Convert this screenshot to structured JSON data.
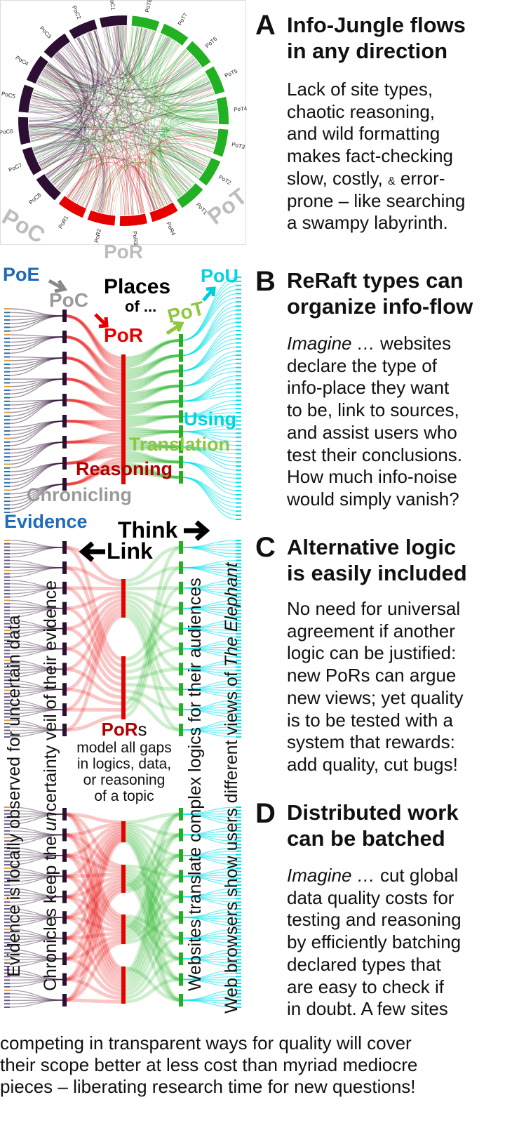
{
  "colors": {
    "chronicle": "#2c0f33",
    "reason": "#e60000",
    "translation": "#22b122",
    "using": "#00e0e8",
    "evidence": "#1e6bb8",
    "gray": "#9a9a9a",
    "reasoning_label": "#b00000",
    "translation_label": "#8dc63f"
  },
  "chord": {
    "segments": [
      "PoT8",
      "PoT7",
      "PoT6",
      "PoT5",
      "PoT4",
      "PoT3",
      "PoT2",
      "PoT1",
      "PoR4",
      "PoR3",
      "PoR2",
      "PoR1",
      "PoC8",
      "PoC7",
      "PoC6",
      "PoC5",
      "PoC4",
      "PoC3",
      "PoC2",
      "PoC1"
    ],
    "group_labels": {
      "poc": "PoC",
      "pot": "PoT",
      "por": "PoR"
    }
  },
  "panels": {
    "a": {
      "letter": "A",
      "title_1": "Info-Jungle flows",
      "title_2": "in any direction",
      "body_1": "Lack of site types,",
      "body_2": "chaotic reasoning,",
      "body_3": "and wild formatting",
      "body_4": "makes fact-checking",
      "body_5a": "slow, costly,",
      "body_5amp": "&",
      "body_5b": "error-",
      "body_6": "prone – like searching",
      "body_7": "a swampy labyrinth."
    },
    "b": {
      "letter": "B",
      "title_1": "ReRaft types can",
      "title_2": "organize info-flow",
      "body_italic": "Imagine …",
      "body_1": " websites",
      "body_2": "declare the type of",
      "body_3": "info-place they want",
      "body_4": "to be, link to sources,",
      "body_5": "and assist users who",
      "body_6": "test their conclusions.",
      "body_7": "How much info-noise",
      "body_8": "would simply vanish?"
    },
    "c": {
      "letter": "C",
      "title_1": "Alternative logic",
      "title_2": "is easily included",
      "body_1": "No need for universal",
      "body_2": "agreement if another",
      "body_3": "logic can be justified:",
      "body_4": "new PoRs can argue",
      "body_5": "new views; yet quality",
      "body_6": "is to be tested with a",
      "body_7": "system that rewards:",
      "body_8": "add quality, cut bugs!"
    },
    "d": {
      "letter": "D",
      "title_1": "Distributed work",
      "title_2": "can be batched",
      "body_italic": "Imagine …",
      "body_1": " cut global",
      "body_2": "data quality costs for",
      "body_3": "testing and reasoning",
      "body_4": "by efficiently batching",
      "body_5": "declared types that",
      "body_6": "are easy to check if",
      "body_7": "in doubt. A few sites"
    }
  },
  "footer": {
    "line_1": "competing in transparent ways for quality will cover",
    "line_2": "their scope better at less cost than myriad mediocre",
    "line_3": "pieces – liberating research time for new questions!"
  },
  "diagram": {
    "poe": "PoE",
    "poc": "PoC",
    "places": "Places",
    "of": "of ...",
    "por": "PoR",
    "pot": "PoT",
    "pou": "PoU",
    "using": "Using",
    "translation": "Translation",
    "reasoning": "Reasoning",
    "chronicling": "Chronicling",
    "evidence": "Evidence",
    "think": "Think",
    "link": "Link",
    "pors_bold": "PoR",
    "pors_s": "s",
    "pors_1": "model all gaps",
    "pors_2": "in logics, data,",
    "pors_3": "or reasoning",
    "pors_4": "of a topic",
    "v_evidence": "Evidence is locally observed for uncertain data",
    "v_chron_a": "Chronicles keep the ",
    "v_chron_i": "un",
    "v_chron_b": "certainty veil of their evidence",
    "v_web": "Websites translate complex logics for their audiences",
    "v_browser_a": "Web browsers show users different views of ",
    "v_browser_i": "The Elephant"
  }
}
